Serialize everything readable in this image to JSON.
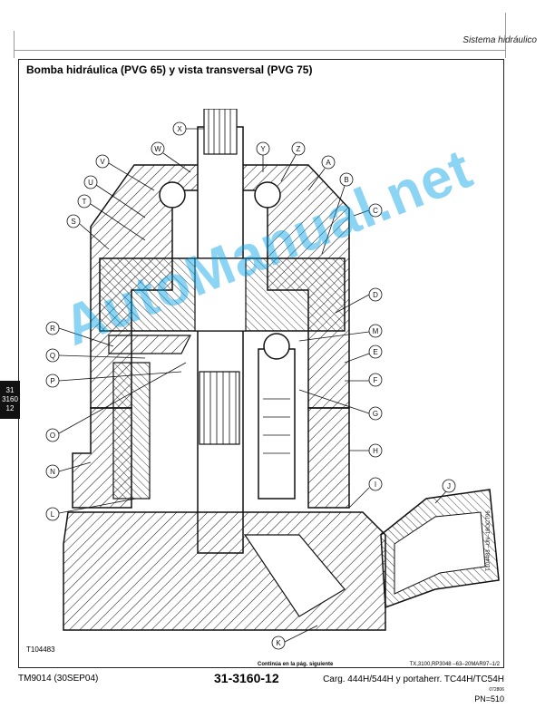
{
  "header": {
    "section": "Sistema hidráulico"
  },
  "title": "Bomba hidráulica (PVG 65) y vista transversal (PVG 75)",
  "tab": {
    "line1": "31",
    "line2": "3160",
    "line3": "12"
  },
  "figure": {
    "id": "T104483",
    "side_code": "T104483 –UN–18OCT96",
    "labels": [
      "X",
      "W",
      "Y",
      "Z",
      "V",
      "A",
      "B",
      "U",
      "T",
      "C",
      "S",
      "D",
      "R",
      "M",
      "Q",
      "E",
      "P",
      "F",
      "O",
      "G",
      "H",
      "N",
      "I",
      "J",
      "L",
      "K"
    ]
  },
  "watermark": "AutoManual.net",
  "continued": "Continúa en la pág. siguiente",
  "ref_code": "TX,3100,RP3048   –63–20MAR97–1/2",
  "footer": {
    "manual": "TM9014 (30SEP04)",
    "page": "31-3160-12",
    "models": "Carg. 444H/544H y portaherr. TC44H/TC54H",
    "date": "072806",
    "pn": "PN=510"
  }
}
